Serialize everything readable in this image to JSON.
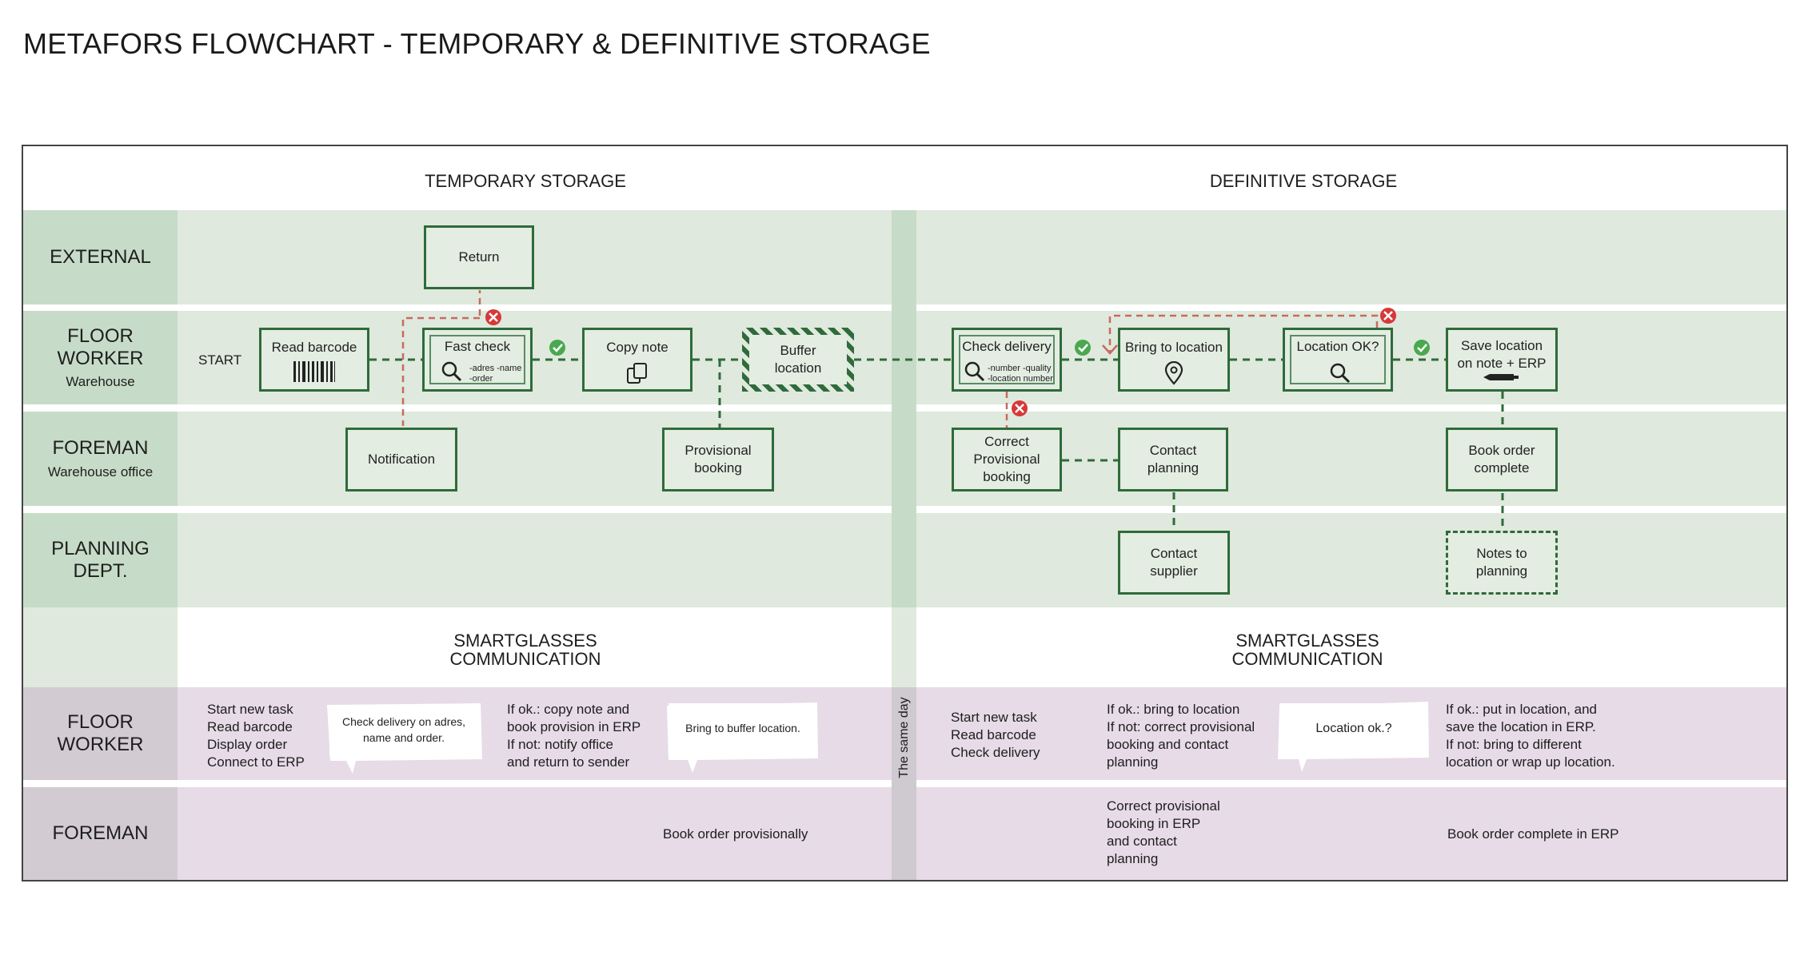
{
  "title": "METAFORS FLOWCHART - TEMPORARY & DEFINITIVE STORAGE",
  "columns": {
    "temporary": "TEMPORARY STORAGE",
    "definitive": "DEFINITIVE STORAGE",
    "divider_label": "The same day"
  },
  "lanes": {
    "external": "EXTERNAL",
    "floor_worker": "FLOOR WORKER",
    "floor_worker_sub": "Warehouse",
    "foreman": "FOREMAN",
    "foreman_sub": "Warehouse office",
    "planning": "PLANNING\nDEPT.",
    "comm_floor_worker": "FLOOR WORKER",
    "comm_foreman": "FOREMAN"
  },
  "start_label": "START",
  "boxes": {
    "return": "Return",
    "read_barcode": "Read barcode",
    "fast_check": "Fast check",
    "fast_check_sub": "-adres -name\n-order",
    "copy_note": "Copy note",
    "buffer_location": "Buffer\nlocation",
    "notification": "Notification",
    "provisional_booking": "Provisional\nbooking",
    "check_delivery": "Check delivery",
    "check_delivery_sub": "-number -quality\n-location number",
    "bring_to_location": "Bring to location",
    "location_ok": "Location OK?",
    "save_location": "Save location\non note + ERP",
    "correct_provisional": "Correct\nProvisional\nbooking",
    "contact_planning": "Contact\nplanning",
    "book_order_complete": "Book order\ncomplete",
    "contact_supplier": "Contact\nsupplier",
    "notes_to_planning": "Notes to\nplanning"
  },
  "communication": {
    "title_left": "SMARTGLASSES\nCOMMUNICATION",
    "title_right": "SMARTGLASSES\nCOMMUNICATION",
    "fw_left_1": "Start new task\nRead barcode\nDisplay order\nConnect to ERP",
    "fw_left_bubble_1": "Check delivery on adres,\nname and order.",
    "fw_left_2": "If ok.: copy note and\nbook provision in ERP\nIf not: notify office\nand return to sender",
    "fw_left_bubble_2": "Bring to buffer location.",
    "fw_right_1": "Start new task\nRead barcode\nCheck delivery",
    "fw_right_2": "If ok.: bring to location\nIf not: correct provisional\nbooking and contact\nplanning",
    "fw_right_bubble": "Location ok.?",
    "fw_right_3": "If ok.: put in location, and\nsave the location in ERP.\nIf not: bring to different\nlocation or wrap up location.",
    "fm_left": "Book order provisionally",
    "fm_right_1": "Correct provisional\nbooking in ERP\nand contact\nplanning",
    "fm_right_2": "Book order complete in ERP"
  },
  "colors": {
    "green_lane": "#dfe9dd",
    "green_header": "#c7dcc8",
    "purple_lane": "#e6dbe6",
    "purple_header": "#d2cbd2",
    "box_border": "#2f6b3a",
    "reject_line": "#c96a5e",
    "ok_check": "#4aa84f",
    "reject_x": "#d6383a"
  },
  "icons": [
    "barcode-icon",
    "search-icon",
    "copy-icon",
    "location-pin-icon",
    "pen-icon",
    "check-circle-icon",
    "x-circle-icon"
  ]
}
